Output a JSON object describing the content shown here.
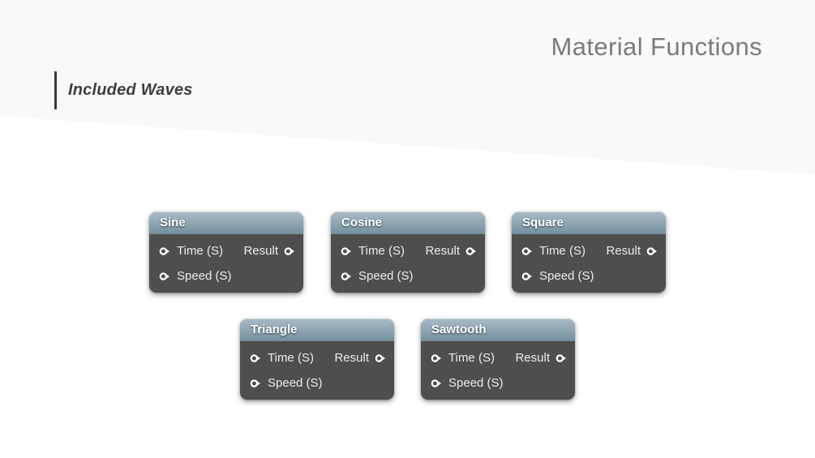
{
  "slide": {
    "title": "Material Functions",
    "section": "Included Waves"
  },
  "nodes": [
    {
      "name": "Sine",
      "inputs": [
        "Time (S)",
        "Speed (S)"
      ],
      "output": "Result"
    },
    {
      "name": "Cosine",
      "inputs": [
        "Time (S)",
        "Speed (S)"
      ],
      "output": "Result"
    },
    {
      "name": "Square",
      "inputs": [
        "Time (S)",
        "Speed (S)"
      ],
      "output": "Result"
    },
    {
      "name": "Triangle",
      "inputs": [
        "Time (S)",
        "Speed (S)"
      ],
      "output": "Result"
    },
    {
      "name": "Sawtooth",
      "inputs": [
        "Time (S)",
        "Speed (S)"
      ],
      "output": "Result"
    }
  ],
  "icons": {
    "pin": "node-pin-icon"
  },
  "colors": {
    "header_band": "#f9f9fa",
    "title_text": "#7b7b7b",
    "heading_text": "#3e3e3e",
    "node_header_top": "#a9bbc5",
    "node_header_bottom": "#74909f",
    "node_body": "#4e4e4e",
    "node_text": "#ececec",
    "pin": "#ffffff"
  }
}
